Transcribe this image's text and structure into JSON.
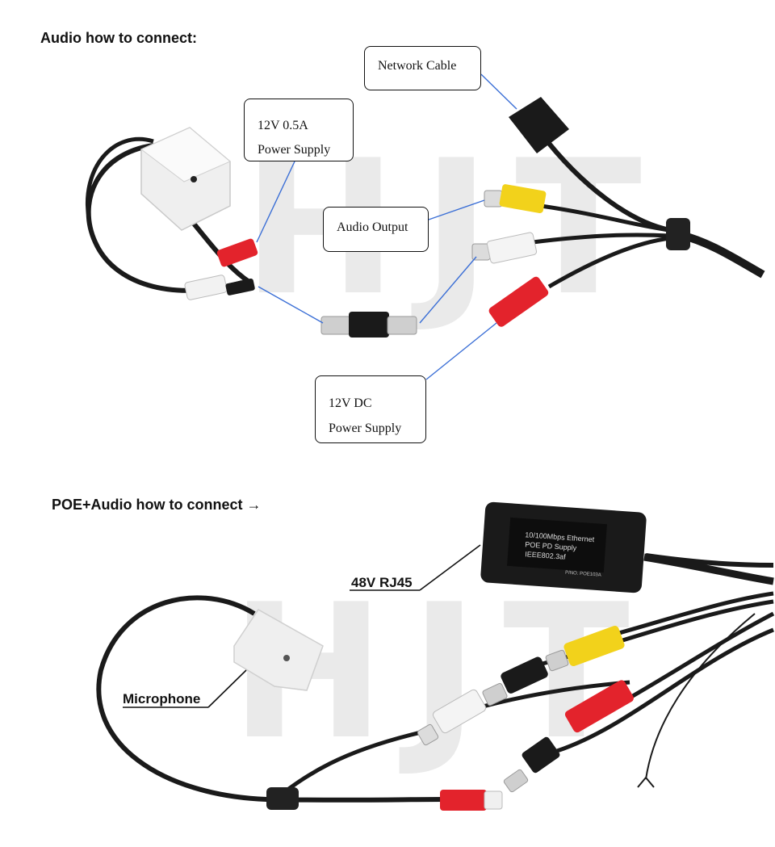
{
  "headings": {
    "audio": "Audio how to connect:",
    "poe": "POE+Audio how to connect →"
  },
  "callouts": {
    "network_cable": "Network Cable",
    "power_12v_line1": "12V 0.5A",
    "power_12v_line2": "Power Supply",
    "audio_output": "Audio Output",
    "dc_line1": "12V DC",
    "dc_line2": "Power Supply"
  },
  "labels": {
    "rj45": "48V RJ45",
    "microphone": "Microphone"
  },
  "poe_module": {
    "line1": "10/100Mbps Ethernet",
    "line2": "POE PD Supply",
    "line3": "IEEE802.3af",
    "part_no": "P/NO. POE103A"
  },
  "watermark": "HJT",
  "colors": {
    "leader_line": "#3b6fd6",
    "rca_red": "#e3232c",
    "rca_yellow": "#f2d21b",
    "rca_white": "#f2f2f2",
    "cable_black": "#1a1a1a"
  }
}
